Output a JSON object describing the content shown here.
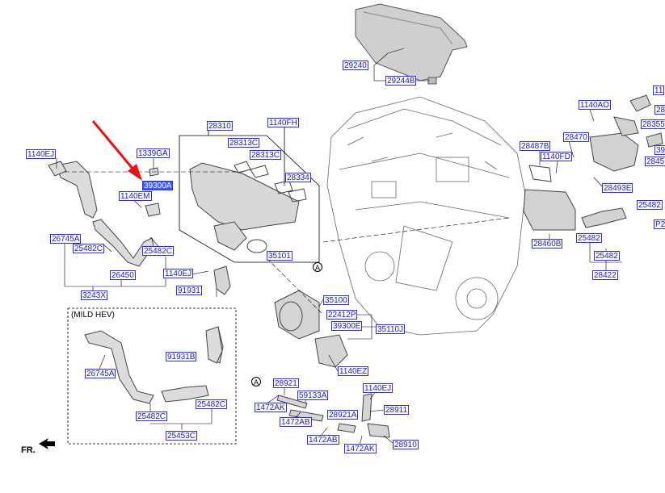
{
  "diagram": {
    "parts": [
      {
        "id": "29240",
        "code": "29240"
      },
      {
        "id": "29244B",
        "code": "29244B"
      },
      {
        "id": "28310",
        "code": "28310"
      },
      {
        "id": "1140FH",
        "code": "1140FH"
      },
      {
        "id": "28313C_a",
        "code": "28313C"
      },
      {
        "id": "28313C_b",
        "code": "28313C"
      },
      {
        "id": "28334",
        "code": "28334"
      },
      {
        "id": "1339GA",
        "code": "1339GA"
      },
      {
        "id": "39300A",
        "code": "39300A",
        "selected": true
      },
      {
        "id": "1140EM",
        "code": "1140EM"
      },
      {
        "id": "1140EJ_a",
        "code": "1140EJ"
      },
      {
        "id": "26745A_a",
        "code": "26745A"
      },
      {
        "id": "25482C_a",
        "code": "25482C"
      },
      {
        "id": "25482C_b",
        "code": "25482C"
      },
      {
        "id": "26450",
        "code": "26450"
      },
      {
        "id": "3243X",
        "code": "3243X"
      },
      {
        "id": "35101",
        "code": "35101"
      },
      {
        "id": "1140EJ_b",
        "code": "1140EJ"
      },
      {
        "id": "91931",
        "code": "91931"
      },
      {
        "id": "35100",
        "code": "35100"
      },
      {
        "id": "22412P",
        "code": "22412P"
      },
      {
        "id": "39300E",
        "code": "39300E"
      },
      {
        "id": "35110J",
        "code": "35110J"
      },
      {
        "id": "1140EZ",
        "code": "1140EZ"
      },
      {
        "id": "91931B",
        "code": "91931B"
      },
      {
        "id": "26745A_b",
        "code": "26745A"
      },
      {
        "id": "25482C_c",
        "code": "25482C"
      },
      {
        "id": "25482C_d",
        "code": "25482C"
      },
      {
        "id": "25453C",
        "code": "25453C"
      },
      {
        "id": "28921",
        "code": "28921"
      },
      {
        "id": "59133A",
        "code": "59133A"
      },
      {
        "id": "1472AK_a",
        "code": "1472AK"
      },
      {
        "id": "1472AB_a",
        "code": "1472AB"
      },
      {
        "id": "28921A",
        "code": "28921A"
      },
      {
        "id": "1472AB_b",
        "code": "1472AB"
      },
      {
        "id": "1472AK_b",
        "code": "1472AK"
      },
      {
        "id": "1140EJ_c",
        "code": "1140EJ"
      },
      {
        "id": "28911",
        "code": "28911"
      },
      {
        "id": "28910",
        "code": "28910"
      },
      {
        "id": "1140AO",
        "code": "1140AO"
      },
      {
        "id": "28470",
        "code": "28470"
      },
      {
        "id": "28487B",
        "code": "28487B"
      },
      {
        "id": "1140FD",
        "code": "1140FD"
      },
      {
        "id": "28493E",
        "code": "28493E"
      },
      {
        "id": "28460B",
        "code": "28460B"
      },
      {
        "id": "25482_a",
        "code": "25482"
      },
      {
        "id": "25482_b",
        "code": "25482"
      },
      {
        "id": "28422",
        "code": "28422"
      },
      {
        "id": "25482_c",
        "code": "25482"
      },
      {
        "id": "r_11",
        "code": "11"
      },
      {
        "id": "r_28",
        "code": "28"
      },
      {
        "id": "r_28355",
        "code": "28355"
      },
      {
        "id": "r_39",
        "code": "39"
      },
      {
        "id": "r_2845",
        "code": "2845"
      },
      {
        "id": "r_P2",
        "code": "P2"
      }
    ],
    "mild_hev_label": "(MILD HEV)",
    "ref_circle": "A",
    "fr_label": "FR."
  }
}
